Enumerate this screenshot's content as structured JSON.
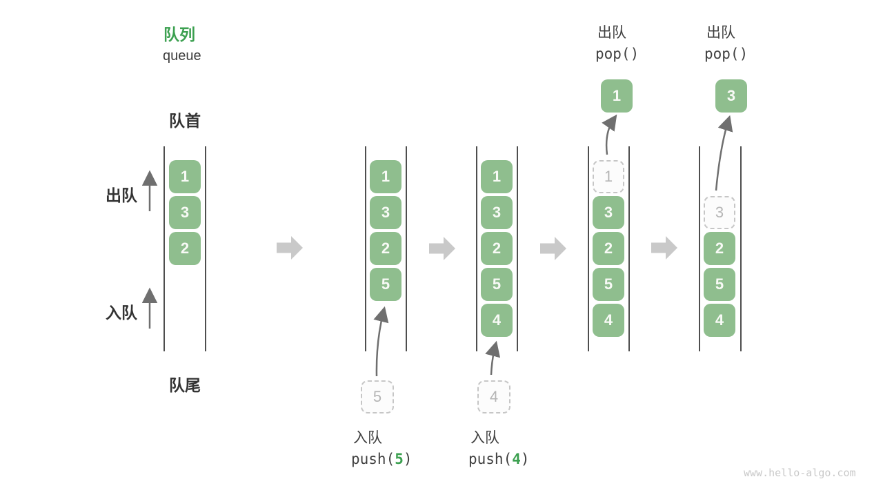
{
  "header": {
    "title_zh": "队列",
    "title_en": "queue"
  },
  "side_labels": {
    "front": "队首",
    "rear": "队尾",
    "dequeue": "出队",
    "enqueue": "入队"
  },
  "columns": [
    {
      "ghost": null,
      "boxes": [
        "1",
        "3",
        "2"
      ]
    },
    {
      "ghost": null,
      "boxes": [
        "1",
        "3",
        "2",
        "5"
      ]
    },
    {
      "ghost": null,
      "boxes": [
        "1",
        "3",
        "2",
        "5",
        "4"
      ]
    },
    {
      "ghost": "1",
      "boxes": [
        "3",
        "2",
        "5",
        "4"
      ]
    },
    {
      "ghost": "3",
      "boxes": [
        "2",
        "5",
        "4"
      ]
    }
  ],
  "operations": {
    "push_5": {
      "label": "入队",
      "fn": "push(",
      "arg": "5",
      "close": ")",
      "ghost_value": "5"
    },
    "push_4": {
      "label": "入队",
      "fn": "push(",
      "arg": "4",
      "close": ")",
      "ghost_value": "4"
    },
    "pop_1": {
      "label": "出队",
      "code": "pop()",
      "result": "1"
    },
    "pop_2": {
      "label": "出队",
      "code": "pop()",
      "result": "3"
    }
  },
  "watermark": "www.hello-algo.com",
  "colors": {
    "accent_green": "#3CA050",
    "box_green": "#8FBE8E",
    "ghost_border": "#C6C6C6",
    "ghost_text": "#B5B5B5",
    "arrow_gray": "#6F6F6F",
    "block_arrow_gray": "#C9C9C9",
    "line_color": "#4E4E4E"
  }
}
